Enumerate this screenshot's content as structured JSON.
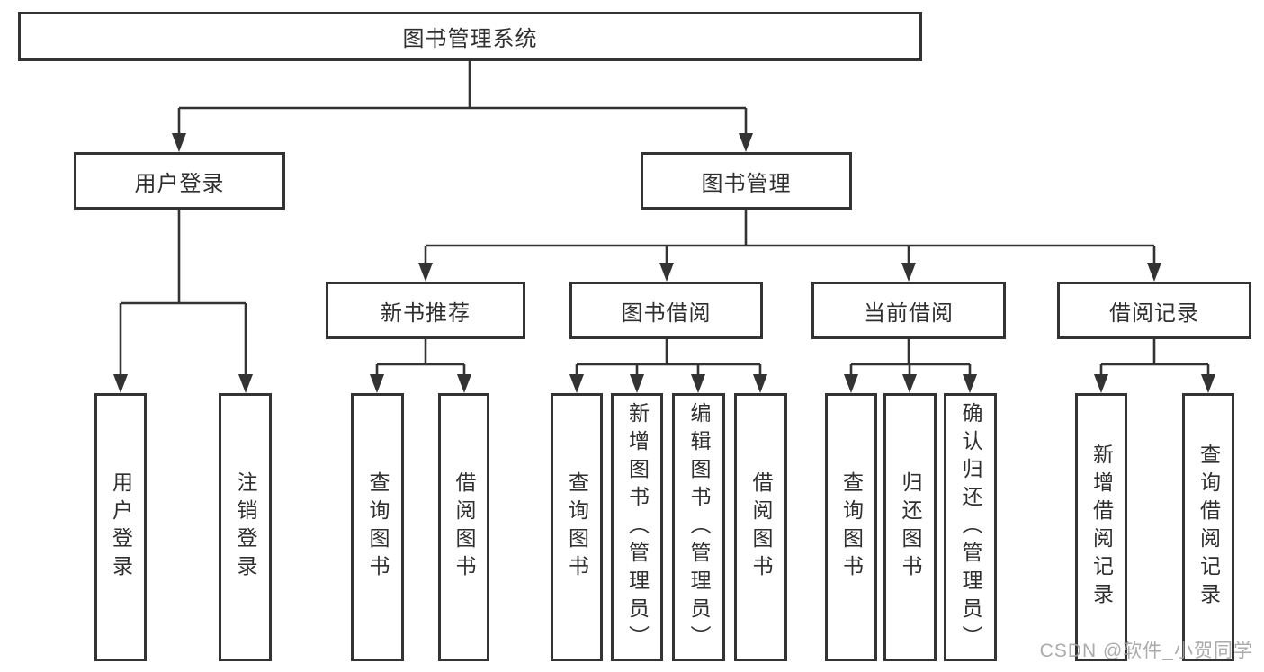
{
  "root": "图书管理系统",
  "level2": [
    "用户登录",
    "图书管理"
  ],
  "level3": [
    "新书推荐",
    "图书借阅",
    "当前借阅",
    "借阅记录"
  ],
  "leaves": {
    "login": [
      "用户登录",
      "注销登录"
    ],
    "recommend": [
      "查询图书",
      "借阅图书"
    ],
    "borrow": [
      "查询图书",
      "新增图书（管理员）",
      "编辑图书（管理员）",
      "借阅图书"
    ],
    "current": [
      "查询图书",
      "归还图书",
      "确认归还（管理员）"
    ],
    "records": [
      "新增借阅记录",
      "查询借阅记录"
    ]
  },
  "watermark": "CSDN @软件_小贺同学",
  "colors": {
    "line": "#333333",
    "text": "#2f2f2f",
    "background": "#ffffff",
    "watermark": "#a0a0a0"
  }
}
